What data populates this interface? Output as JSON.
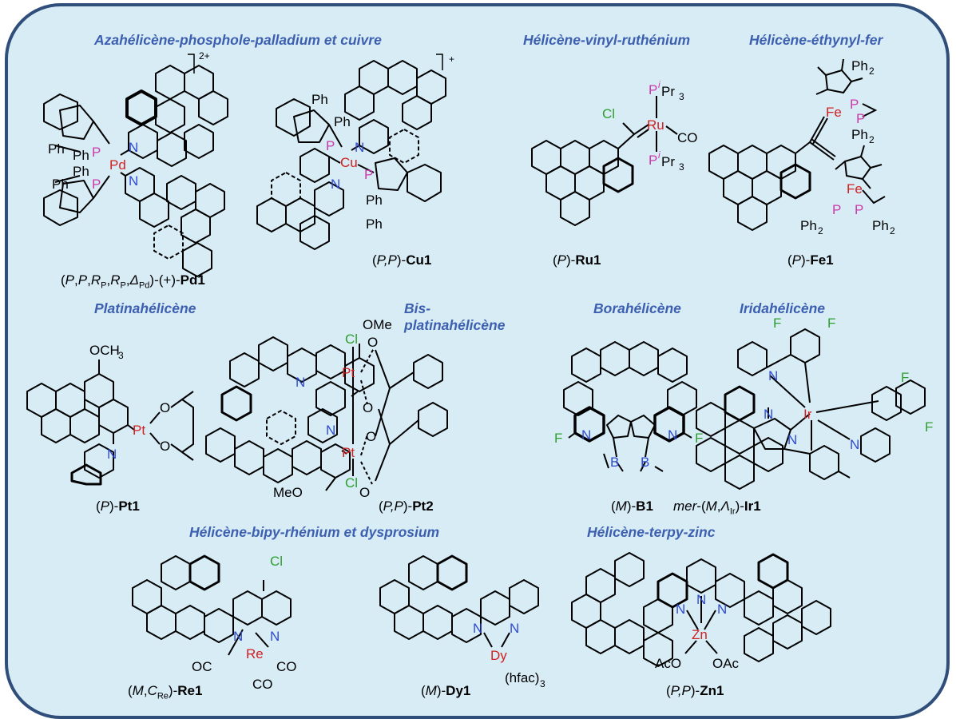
{
  "colors": {
    "border": "#2f4e7a",
    "panel_fill": "#d8ecf6",
    "title": "#3c5fb0",
    "phosphorus": "#cc3aa8",
    "nitrogen": "#2f4bd0",
    "metal": "#d22020",
    "halogen": "#2e9e2e"
  },
  "titles": {
    "pd_cu": "Azahélicène-phosphole-palladium et cuivre",
    "ru": "Hélicène-vinyl-ruthénium",
    "fe": "Hélicène-éthynyl-fer",
    "pt": "Platinahélicène",
    "bispt_line1": "Bis-",
    "bispt_line2": "platinahélicène",
    "b": "Borahélicène",
    "ir": "Iridahélicène",
    "re_dy": "Hélicène-bipy-rhénium et dysprosium",
    "zn": "Hélicène-terpy-zinc"
  },
  "labels": {
    "pd1": {
      "pre": "(",
      "p1": "P",
      "c1": ",",
      "p2": "P",
      "c2": ",",
      "r1": "R",
      "r1s": "P",
      "c3": ",",
      "r2": "R",
      "r2s": "P",
      "c4": ",",
      "d": "Δ",
      "ds": "Pd",
      "post": ")-(+)-",
      "name": "Pd1"
    },
    "cu1": {
      "pre": "(",
      "p": "P,P",
      "post": ")-",
      "name": "Cu1"
    },
    "ru1": {
      "pre": "(",
      "p": "P",
      "post": ")-",
      "name": "Ru1"
    },
    "fe1": {
      "pre": "(",
      "p": "P",
      "post": ")-",
      "name": "Fe1"
    },
    "pt1": {
      "pre": "(",
      "p": "P",
      "post": ")-",
      "name": "Pt1"
    },
    "pt2": {
      "pre": "(",
      "p": "P,P",
      "post": ")-",
      "name": "Pt2"
    },
    "b1": {
      "pre": "(",
      "p": "M",
      "post": ")-",
      "name": "B1"
    },
    "ir1": {
      "pre": "mer",
      "mid": "-(",
      "p": "M",
      "c": ",",
      "l": "Λ",
      "ls": "Ir",
      "post": ")-",
      "name": "Ir1"
    },
    "re1": {
      "pre": "(",
      "p": "M",
      "c": ",",
      "cc": "C",
      "ccs": "Re",
      "post": ")-",
      "name": "Re1"
    },
    "dy1": {
      "pre": "(",
      "p": "M",
      "post": ")-",
      "name": "Dy1"
    },
    "zn1": {
      "pre": "(",
      "p": "P,P",
      "post": ")-",
      "name": "Zn1"
    }
  },
  "atoms": {
    "charge2": "2+",
    "charge1": "+",
    "Pd": "Pd",
    "Cu": "Cu",
    "Ru": "Ru",
    "Fe": "Fe",
    "Pt": "Pt",
    "Ir": "Ir",
    "Re": "Re",
    "Dy": "Dy",
    "Zn": "Zn",
    "P": "P",
    "N": "N",
    "Cl": "Cl",
    "F": "F",
    "B": "B",
    "O": "O",
    "Ph": "Ph",
    "Ph2": "Ph",
    "sub2": "2",
    "CO": "CO",
    "OC": "OC",
    "iPr_i": "i",
    "iPr": "Pr",
    "sub3": "3",
    "OMe": "OMe",
    "MeO": "MeO",
    "OCH3": "OCH",
    "AcO": "AcO",
    "OAc": "OAc",
    "hfac": "(hfac)"
  }
}
